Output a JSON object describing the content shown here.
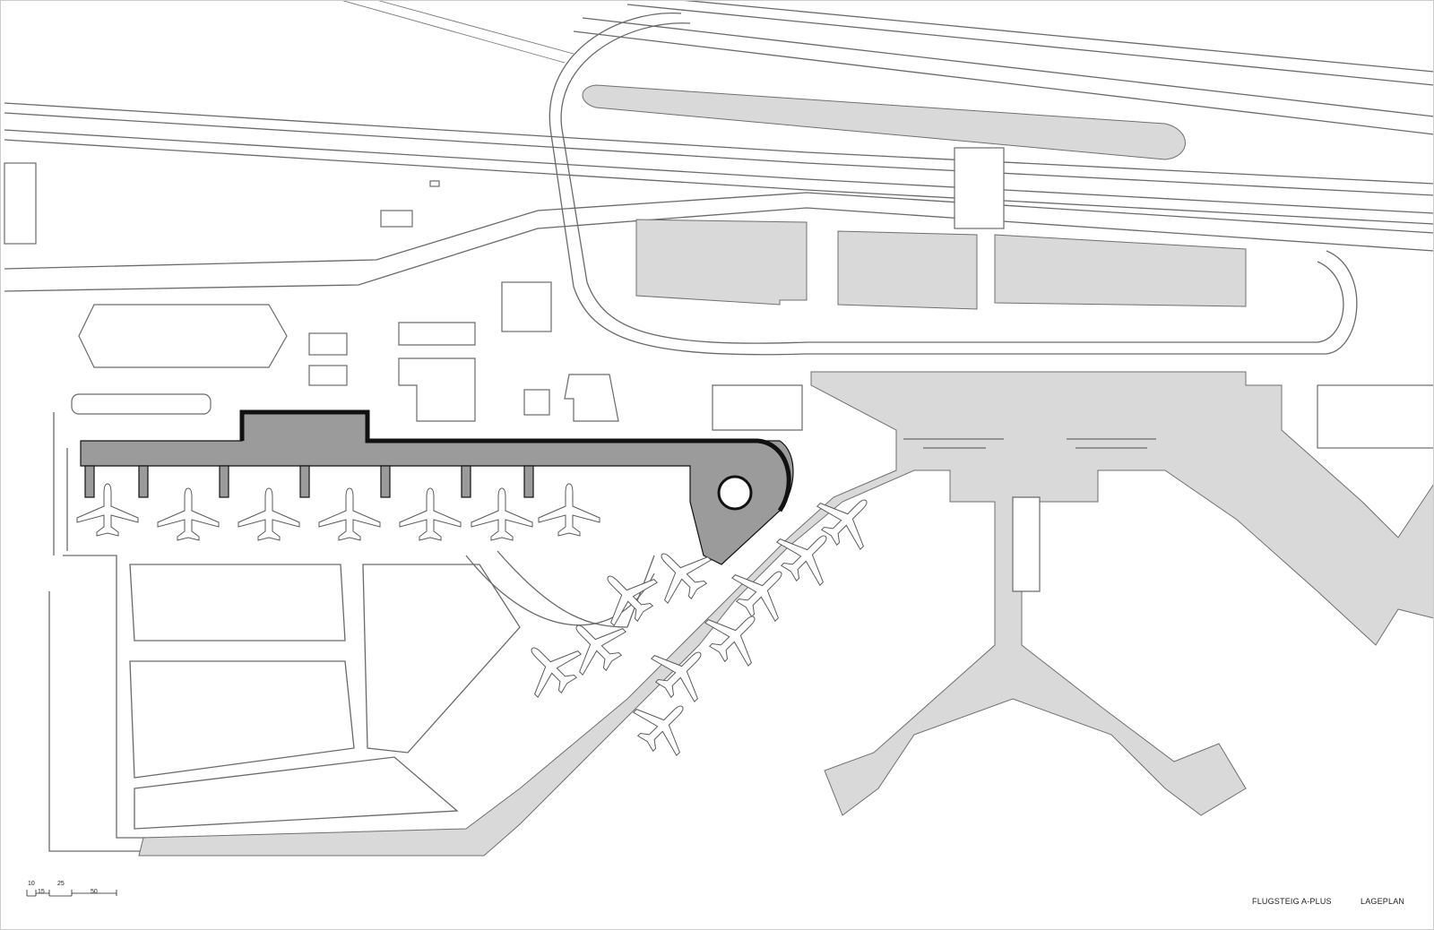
{
  "drawing": {
    "project_label": "FLUGSTEIG A-PLUS",
    "sheet_label": "LAGEPLAN"
  },
  "scale_bar": {
    "ticks": [
      "10",
      "15",
      "25",
      "50"
    ]
  },
  "colors": {
    "new_building": "#9b9b9b",
    "existing_terminal": "#d9d9d9",
    "roads": "#6a6a6a",
    "background": "#ffffff"
  }
}
